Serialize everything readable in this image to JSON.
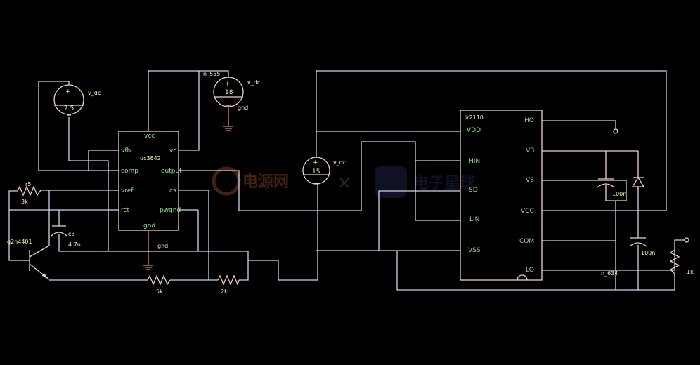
{
  "colors": {
    "background": "#000000",
    "wire": "#c9d6ee",
    "component": "#f2cfc8",
    "pin_label": "#8fe08f",
    "part_label": "#f4f2b0",
    "ground": "#e0905a"
  },
  "uc3842": {
    "name": "uc3842",
    "pins": {
      "vcc": "vcc",
      "vfb": "vfb",
      "comp": "comp",
      "vref": "vref",
      "rct": "rct",
      "vc": "vc",
      "output": "output",
      "cs": "cs",
      "pwgnd": "pwgnd",
      "gnd": "gnd"
    }
  },
  "ir2110": {
    "name": "ir2110",
    "pins": {
      "vdd": "VDD",
      "hin": "HIN",
      "sd": "SD",
      "lin": "LIN",
      "vss": "VSS",
      "ho": "HO",
      "vb": "VB",
      "vs": "VS",
      "vcc": "VCC",
      "com": "COM",
      "lo": "LO"
    }
  },
  "sources": [
    {
      "type": "v_dc",
      "value": "2.5"
    },
    {
      "type": "v_dc",
      "value": "18",
      "net": "n_555",
      "ground": "gnd"
    },
    {
      "type": "v_dc",
      "value": "15"
    }
  ],
  "parts": {
    "r5": {
      "name": "r5",
      "value": "3k"
    },
    "c3": {
      "name": "c3",
      "value": "4.7n"
    },
    "q1": {
      "name": "q2n4401"
    },
    "r_5k": {
      "value": "5k"
    },
    "r_2k": {
      "value": "2k"
    },
    "c_boot": {
      "value": "100n"
    },
    "c_out": {
      "value": "100n"
    },
    "r_1k": {
      "value": "1k"
    }
  },
  "nets": {
    "gnd": "gnd",
    "n_634": "n_634"
  },
  "watermarks": {
    "left": "电源网",
    "right": "电子星球",
    "sep": "×"
  }
}
